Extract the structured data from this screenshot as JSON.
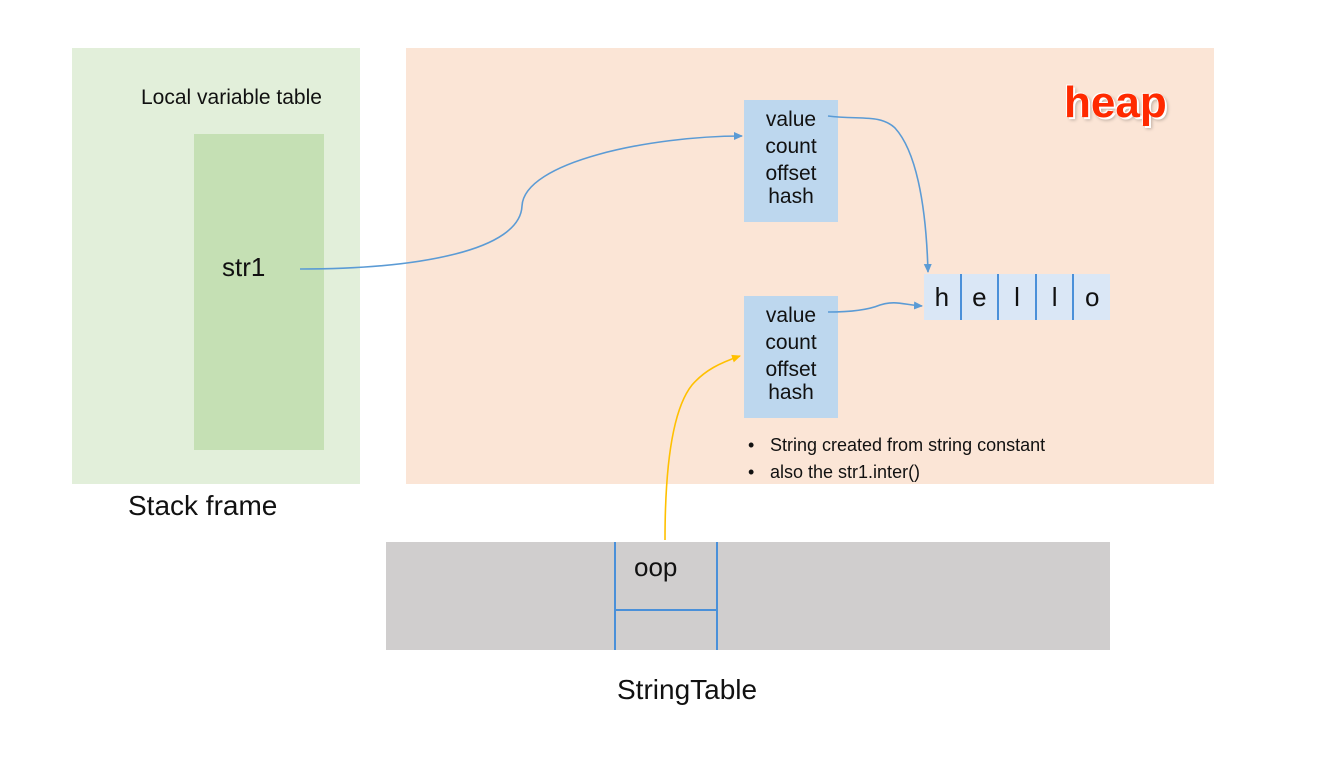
{
  "stack": {
    "local_variable_table_title": "Local variable table",
    "variable": "str1",
    "caption": "Stack frame"
  },
  "heap": {
    "label": "heap",
    "string_object_1": {
      "fields": [
        "value",
        "count",
        "offset",
        "hash"
      ]
    },
    "string_object_2": {
      "fields": [
        "value",
        "count",
        "offset",
        "hash"
      ]
    },
    "char_array": [
      "h",
      "e",
      "l",
      "l",
      "o"
    ],
    "notes": [
      "String created from string constant",
      "also the str1.inter()"
    ]
  },
  "string_table": {
    "entry": "oop",
    "caption": "StringTable"
  },
  "colors": {
    "stack_bg": "#e2efda",
    "lvt_bg": "#c5e0b4",
    "heap_bg": "#fbe5d6",
    "object_bg": "#bdd7ee",
    "array_bg": "#dae7f6",
    "string_table_bg": "#d0cece",
    "reference_arrow": "#5b9bd5",
    "string_table_arrow": "#ffc000",
    "heap_label": "#ff2a00"
  }
}
